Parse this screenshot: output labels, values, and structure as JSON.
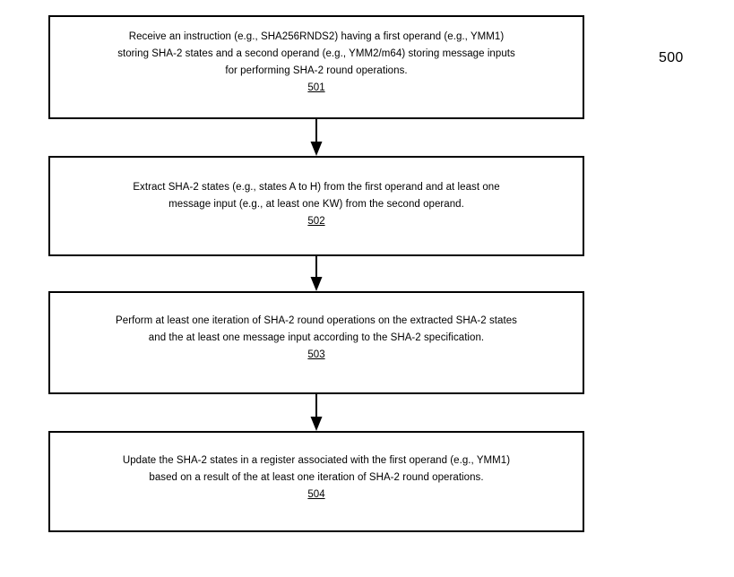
{
  "figure": {
    "label": "500",
    "title_present": false
  },
  "flowchart": {
    "type": "vertical-flowchart",
    "orientation": "top-to-bottom",
    "background_color": "#ffffff",
    "line_color": "#000000",
    "box_fill": "#ffffff",
    "steps": [
      {
        "id": "501",
        "ref": "501",
        "text": "Receive an instruction (e.g., SHA256RNDS2) having a first operand (e.g., YMM1)\nstoring SHA-2 states and a second operand (e.g., YMM2/m64) storing message inputs\nfor performing SHA-2 round operations."
      },
      {
        "id": "502",
        "ref": "502",
        "text": "Extract SHA-2 states (e.g., states A to H) from the first operand and at least one\nmessage input (e.g., at least one KW) from the second operand."
      },
      {
        "id": "503",
        "ref": "503",
        "text": "Perform at least one iteration of SHA-2 round operations on the extracted SHA-2 states\nand the at least one message input according to the SHA-2 specification."
      },
      {
        "id": "504",
        "ref": "504",
        "text": "Update the SHA-2 states in a register associated with the first operand (e.g., YMM1)\nbased on a result of the at least one iteration of SHA-2 round operations."
      }
    ],
    "connectors": [
      {
        "from": "501",
        "to": "502",
        "style": "solid-line-filled-arrowhead"
      },
      {
        "from": "502",
        "to": "503",
        "style": "solid-line-filled-arrowhead"
      },
      {
        "from": "503",
        "to": "504",
        "style": "solid-line-filled-arrowhead"
      }
    ]
  }
}
